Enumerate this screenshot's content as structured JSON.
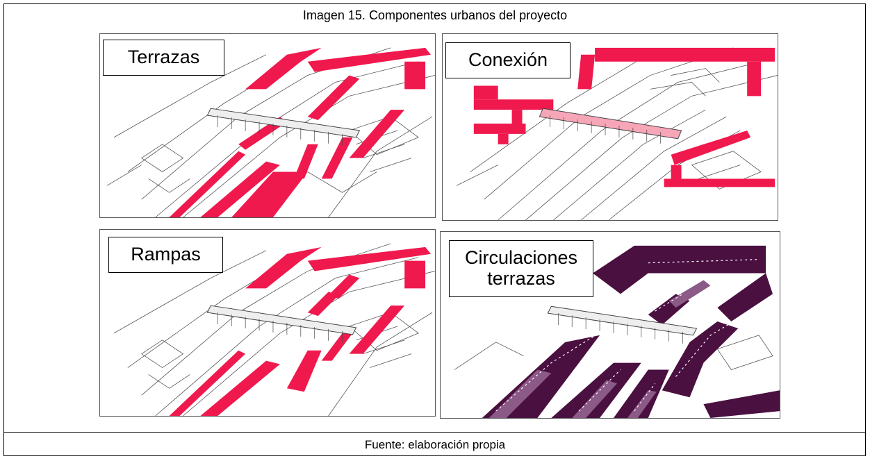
{
  "figure": {
    "title": "Imagen 15. Componentes urbanos del proyecto",
    "source": "Fuente: elaboración propia"
  },
  "panels": [
    {
      "label": "Terrazas",
      "highlight_color": "#f0194d"
    },
    {
      "label": "Conexión",
      "highlight_color": "#f0194d",
      "bridge_color": "#f7a6b8"
    },
    {
      "label": "Rampas",
      "highlight_color": "#f0194d"
    },
    {
      "label": "Circulaciones terrazas",
      "highlight_color": "#4a1040",
      "secondary_color": "#8c5a86"
    }
  ]
}
